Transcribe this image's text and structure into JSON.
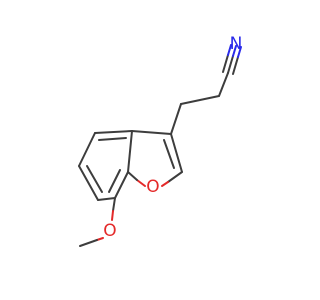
{
  "molecule": {
    "atoms": {
      "nitrogen": "N",
      "furan_oxygen": "O",
      "methoxy_oxygen": "O"
    },
    "colors": {
      "bond": "#3d3d3d",
      "nitrogen": "#2a2aea",
      "oxygen": "#e42a2a",
      "background": "#ffffff"
    }
  }
}
